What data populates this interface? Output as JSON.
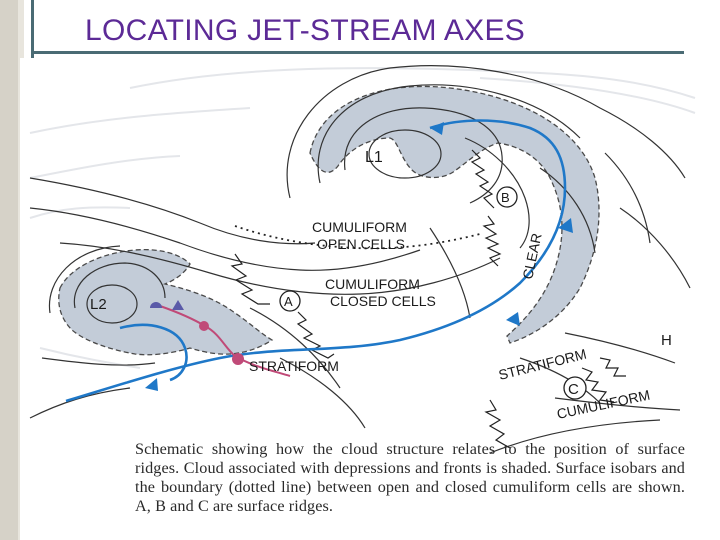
{
  "slide": {
    "title": "LOCATING JET-STREAM AXES"
  },
  "diagram": {
    "labels": {
      "l1": "L1",
      "l2": "L2",
      "b": "B",
      "a": "A",
      "c": "C",
      "h": "H",
      "clear": "CLEAR",
      "cumuliform_open_1": "CUMULIFORM",
      "cumuliform_open_2": "OPEN CELLS",
      "cumuliform_closed_1": "CUMULIFORM",
      "cumuliform_closed_2": "CLOSED CELLS",
      "stratiform_left": "STRATIFORM",
      "stratiform_right": "STRATIFORM",
      "cumuliform_right": "CUMULIFORM"
    },
    "colors": {
      "cloud_shading": "#c3ccd8",
      "jet_axis": "#1f78c8",
      "front": "#c04a78",
      "isobar": "#333333",
      "title": "#5c2a96"
    },
    "caption": "Schematic showing how the cloud structure relates to the position of surface ridges. Cloud associated with depressions and fronts is shaded. Surface isobars and the boundary (dotted line) between open and closed cumuliform cells are shown. A, B and C are surface ridges."
  }
}
